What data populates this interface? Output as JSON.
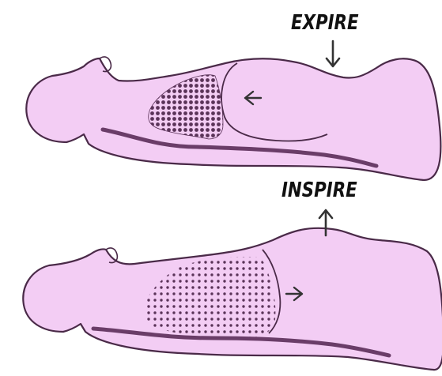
{
  "diagram": {
    "labels": {
      "top": "EXPIRE",
      "bottom": "INSPIRE"
    },
    "colors": {
      "body_fill": "#f3cdf4",
      "outline": "#4a2a48",
      "spine": "#6a3d68",
      "lung_pattern": "#5a3358",
      "arrow": "#333333"
    },
    "figures": [
      {
        "phase": "expiration",
        "abdomen_arrow": "left",
        "wall_arrow": "down",
        "lung_pattern": "dense"
      },
      {
        "phase": "inspiration",
        "abdomen_arrow": "right",
        "wall_arrow": "up",
        "lung_pattern": "sparse"
      }
    ]
  }
}
